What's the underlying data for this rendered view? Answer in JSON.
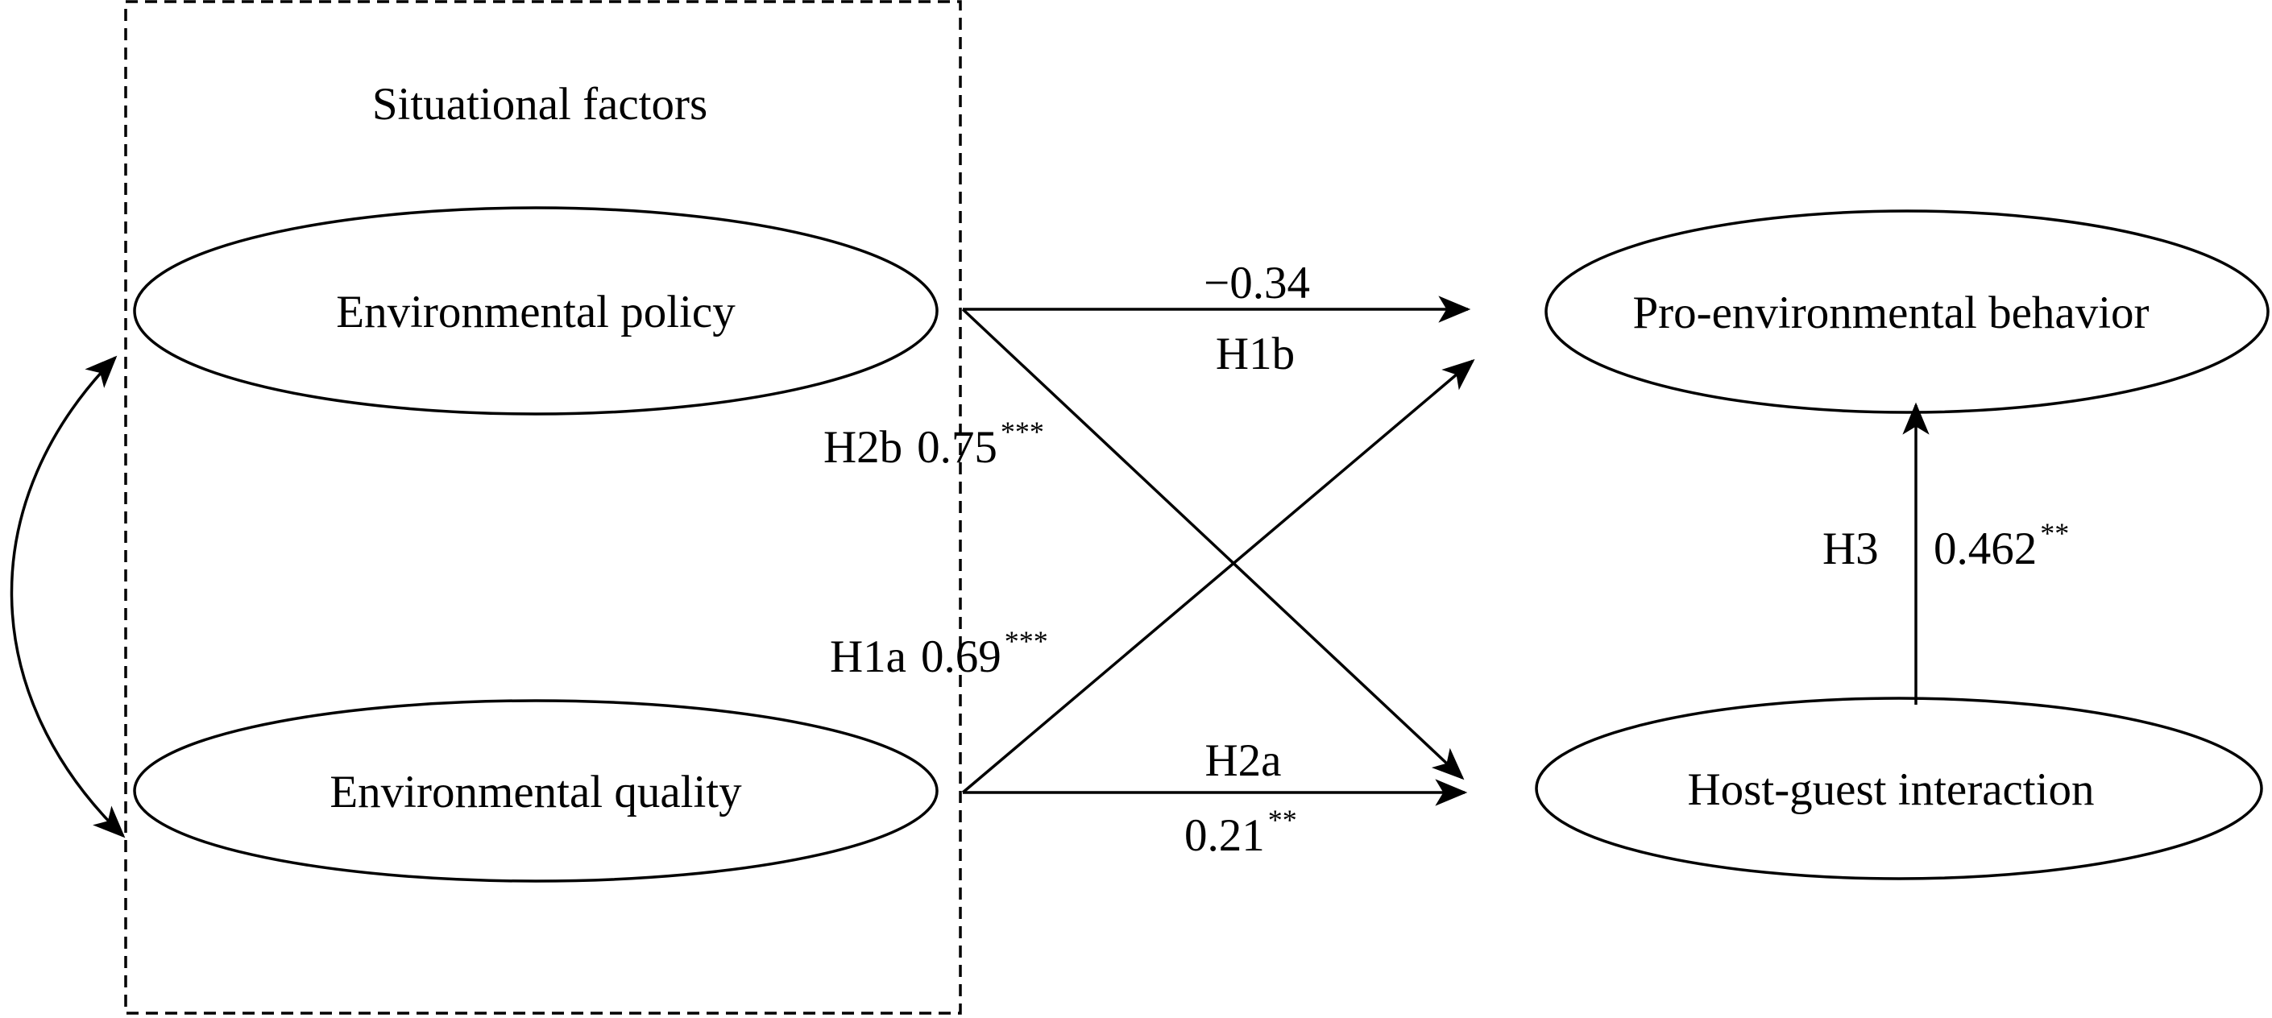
{
  "group": {
    "label": "Situational factors"
  },
  "nodes": {
    "policy": "Environmental policy",
    "quality": "Environmental quality",
    "behavior": "Pro-environmental behavior",
    "interaction": "Host-guest interaction"
  },
  "paths": {
    "h1b": {
      "hypothesis": "H1b",
      "coef": "−0.34"
    },
    "h2b": {
      "hypothesis": "H2b",
      "coef": "0.75",
      "sig": "***"
    },
    "h1a": {
      "hypothesis": "H1a",
      "coef": "0.69",
      "sig": "***"
    },
    "h2a": {
      "hypothesis": "H2a",
      "coef": "0.21",
      "sig": "**"
    },
    "h3": {
      "hypothesis": "H3",
      "coef": "0.462",
      "sig": "**"
    }
  },
  "colors": {
    "stroke": "#000000",
    "background": "#ffffff"
  }
}
